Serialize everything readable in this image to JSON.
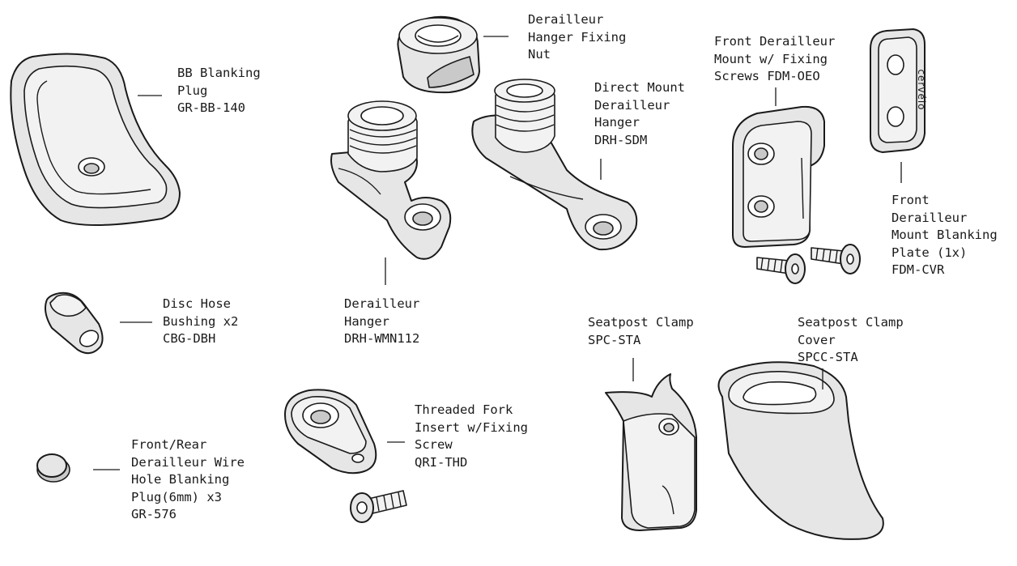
{
  "parts": [
    {
      "id": "bb-blanking-plug",
      "lines": [
        "BB Blanking",
        "Plug",
        "GR-BB-140"
      ]
    },
    {
      "id": "hanger-fixing-nut",
      "lines": [
        "Derailleur",
        "Hanger Fixing",
        "Nut"
      ]
    },
    {
      "id": "direct-mount-hanger",
      "lines": [
        "Direct Mount",
        "Derailleur",
        "Hanger",
        "DRH-SDM"
      ]
    },
    {
      "id": "front-derailleur-mount",
      "lines": [
        "Front Derailleur",
        "Mount w/ Fixing",
        "Screws FDM-OEO"
      ]
    },
    {
      "id": "front-derailleur-blanking-plate",
      "lines": [
        "Front",
        "Derailleur",
        "Mount Blanking",
        "Plate (1x)",
        "FDM-CVR"
      ]
    },
    {
      "id": "disc-hose-bushing",
      "lines": [
        "Disc Hose",
        "Bushing x2",
        "CBG-DBH"
      ]
    },
    {
      "id": "derailleur-hanger",
      "lines": [
        "Derailleur",
        "Hanger",
        "DRH-WMN112"
      ]
    },
    {
      "id": "seatpost-clamp",
      "lines": [
        "Seatpost Clamp",
        "SPC-STA"
      ]
    },
    {
      "id": "seatpost-clamp-cover",
      "lines": [
        "Seatpost Clamp",
        "Cover",
        "SPCC-STA"
      ]
    },
    {
      "id": "threaded-fork-insert",
      "lines": [
        "Threaded Fork",
        "Insert w/Fixing",
        "Screw",
        "QRI-THD"
      ]
    },
    {
      "id": "wire-hole-blanking-plug",
      "lines": [
        "Front/Rear",
        "Derailleur Wire",
        "Hole Blanking",
        "Plug(6mm) x3",
        "GR-576"
      ]
    }
  ],
  "plate_logo_text": "cervélo",
  "colors": {
    "line": "#1a1a1a",
    "part_fill": "#e6e6e6",
    "background": "#ffffff"
  }
}
